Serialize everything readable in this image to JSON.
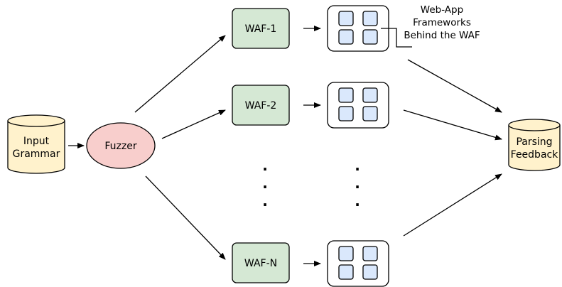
{
  "nodes": {
    "input": {
      "line1": "Input",
      "line2": "Grammar"
    },
    "fuzzer": "Fuzzer",
    "waf1": "WAF-1",
    "waf2": "WAF-2",
    "wafn": "WAF-N",
    "feedback": {
      "line1": "Parsing",
      "line2": "Feedback"
    }
  },
  "annotation": {
    "line1": "Web-App",
    "line2": "Frameworks",
    "line3": "Behind the WAF"
  },
  "ellipsis": ".",
  "colors": {
    "cylinder_fill": "#fff2cc",
    "cylinder_stroke": "#000000",
    "fuzzer_fill": "#f8cecc",
    "waf_fill": "#d5e8d4",
    "framework_tile_fill": "#dae8fc",
    "stroke": "#000000"
  }
}
